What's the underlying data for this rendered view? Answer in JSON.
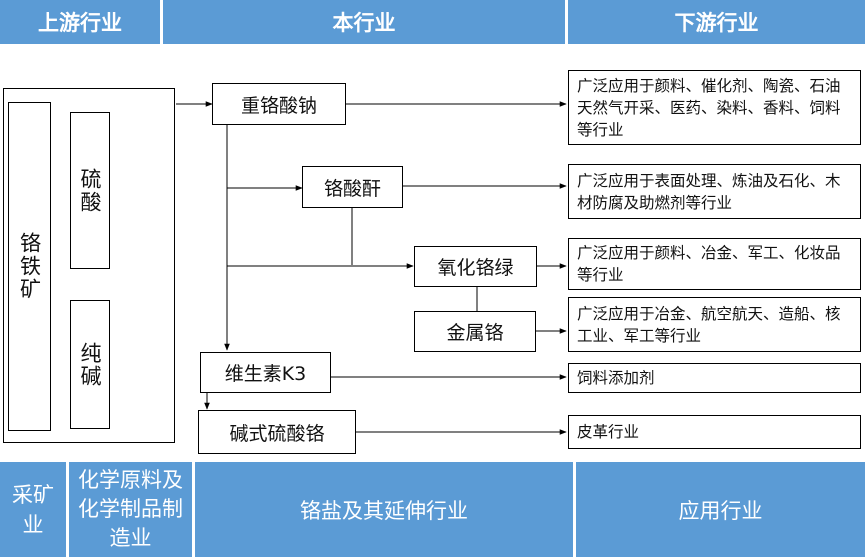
{
  "header": {
    "upstream": "上游行业",
    "industry": "本行业",
    "downstream": "下游行业"
  },
  "inputs": {
    "chromite": "铬铁矿",
    "sulfuric_acid": "硫酸",
    "soda_ash": "纯碱"
  },
  "products": {
    "sodium_dichromate": "重铬酸钠",
    "chromic_anhydride": "铬酸酐",
    "chromium_oxide_green": "氧化铬绿",
    "chromium_metal": "金属铬",
    "vitamin_k3": "维生素K3",
    "basic_chromium_sulfate": "碱式硫酸铬"
  },
  "applications": {
    "sodium_dichromate": "广泛应用于颜料、催化剂、陶瓷、石油天然气开采、医药、染料、香料、饲料等行业",
    "chromic_anhydride": "广泛应用于表面处理、炼油及石化、木材防腐及助燃剂等行业",
    "chromium_oxide_green": "广泛应用于颜料、冶金、军工、化妆品等行业",
    "chromium_metal": "广泛应用于冶金、航空航天、造船、核工业、军工等行业",
    "vitamin_k3": "饲料添加剂",
    "basic_chromium_sulfate": "皮革行业"
  },
  "footer": {
    "mining": "采矿业",
    "chemical": "化学原料及化学制品制造业",
    "chromium_salts": "铬盐及其延伸行业",
    "application": "应用行业"
  },
  "colors": {
    "band": "#5b9bd5",
    "band_text": "#ffffff",
    "line": "#000000"
  }
}
